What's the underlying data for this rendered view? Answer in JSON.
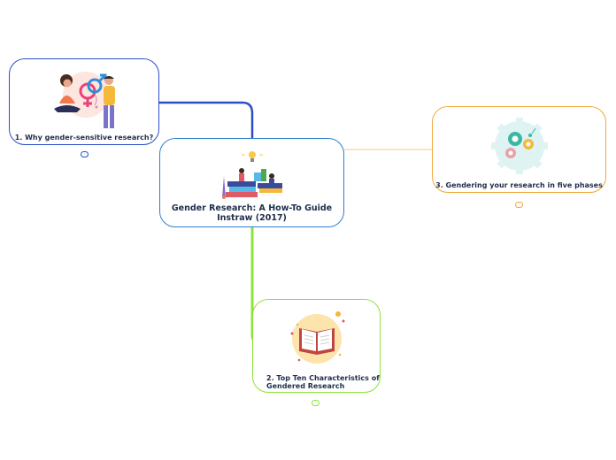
{
  "map": {
    "center": {
      "title_line1": "Gender Research: A How-To Guide",
      "title_line2": "Instraw (2017)",
      "color": "#2e7fcf"
    },
    "branches": [
      {
        "label": "1. Why gender-sensitive research?",
        "color": "#2a4fc6",
        "icon": "gender-couple-illustration"
      },
      {
        "label_line1": "2. Top Ten Characteristics of",
        "label_line2": "Gendered Research",
        "color": "#8ee33a",
        "icon": "open-book-illustration"
      },
      {
        "label": "3. Gendering your research in five phases",
        "color": "#f2a83b",
        "icon": "gears-illustration"
      }
    ]
  }
}
